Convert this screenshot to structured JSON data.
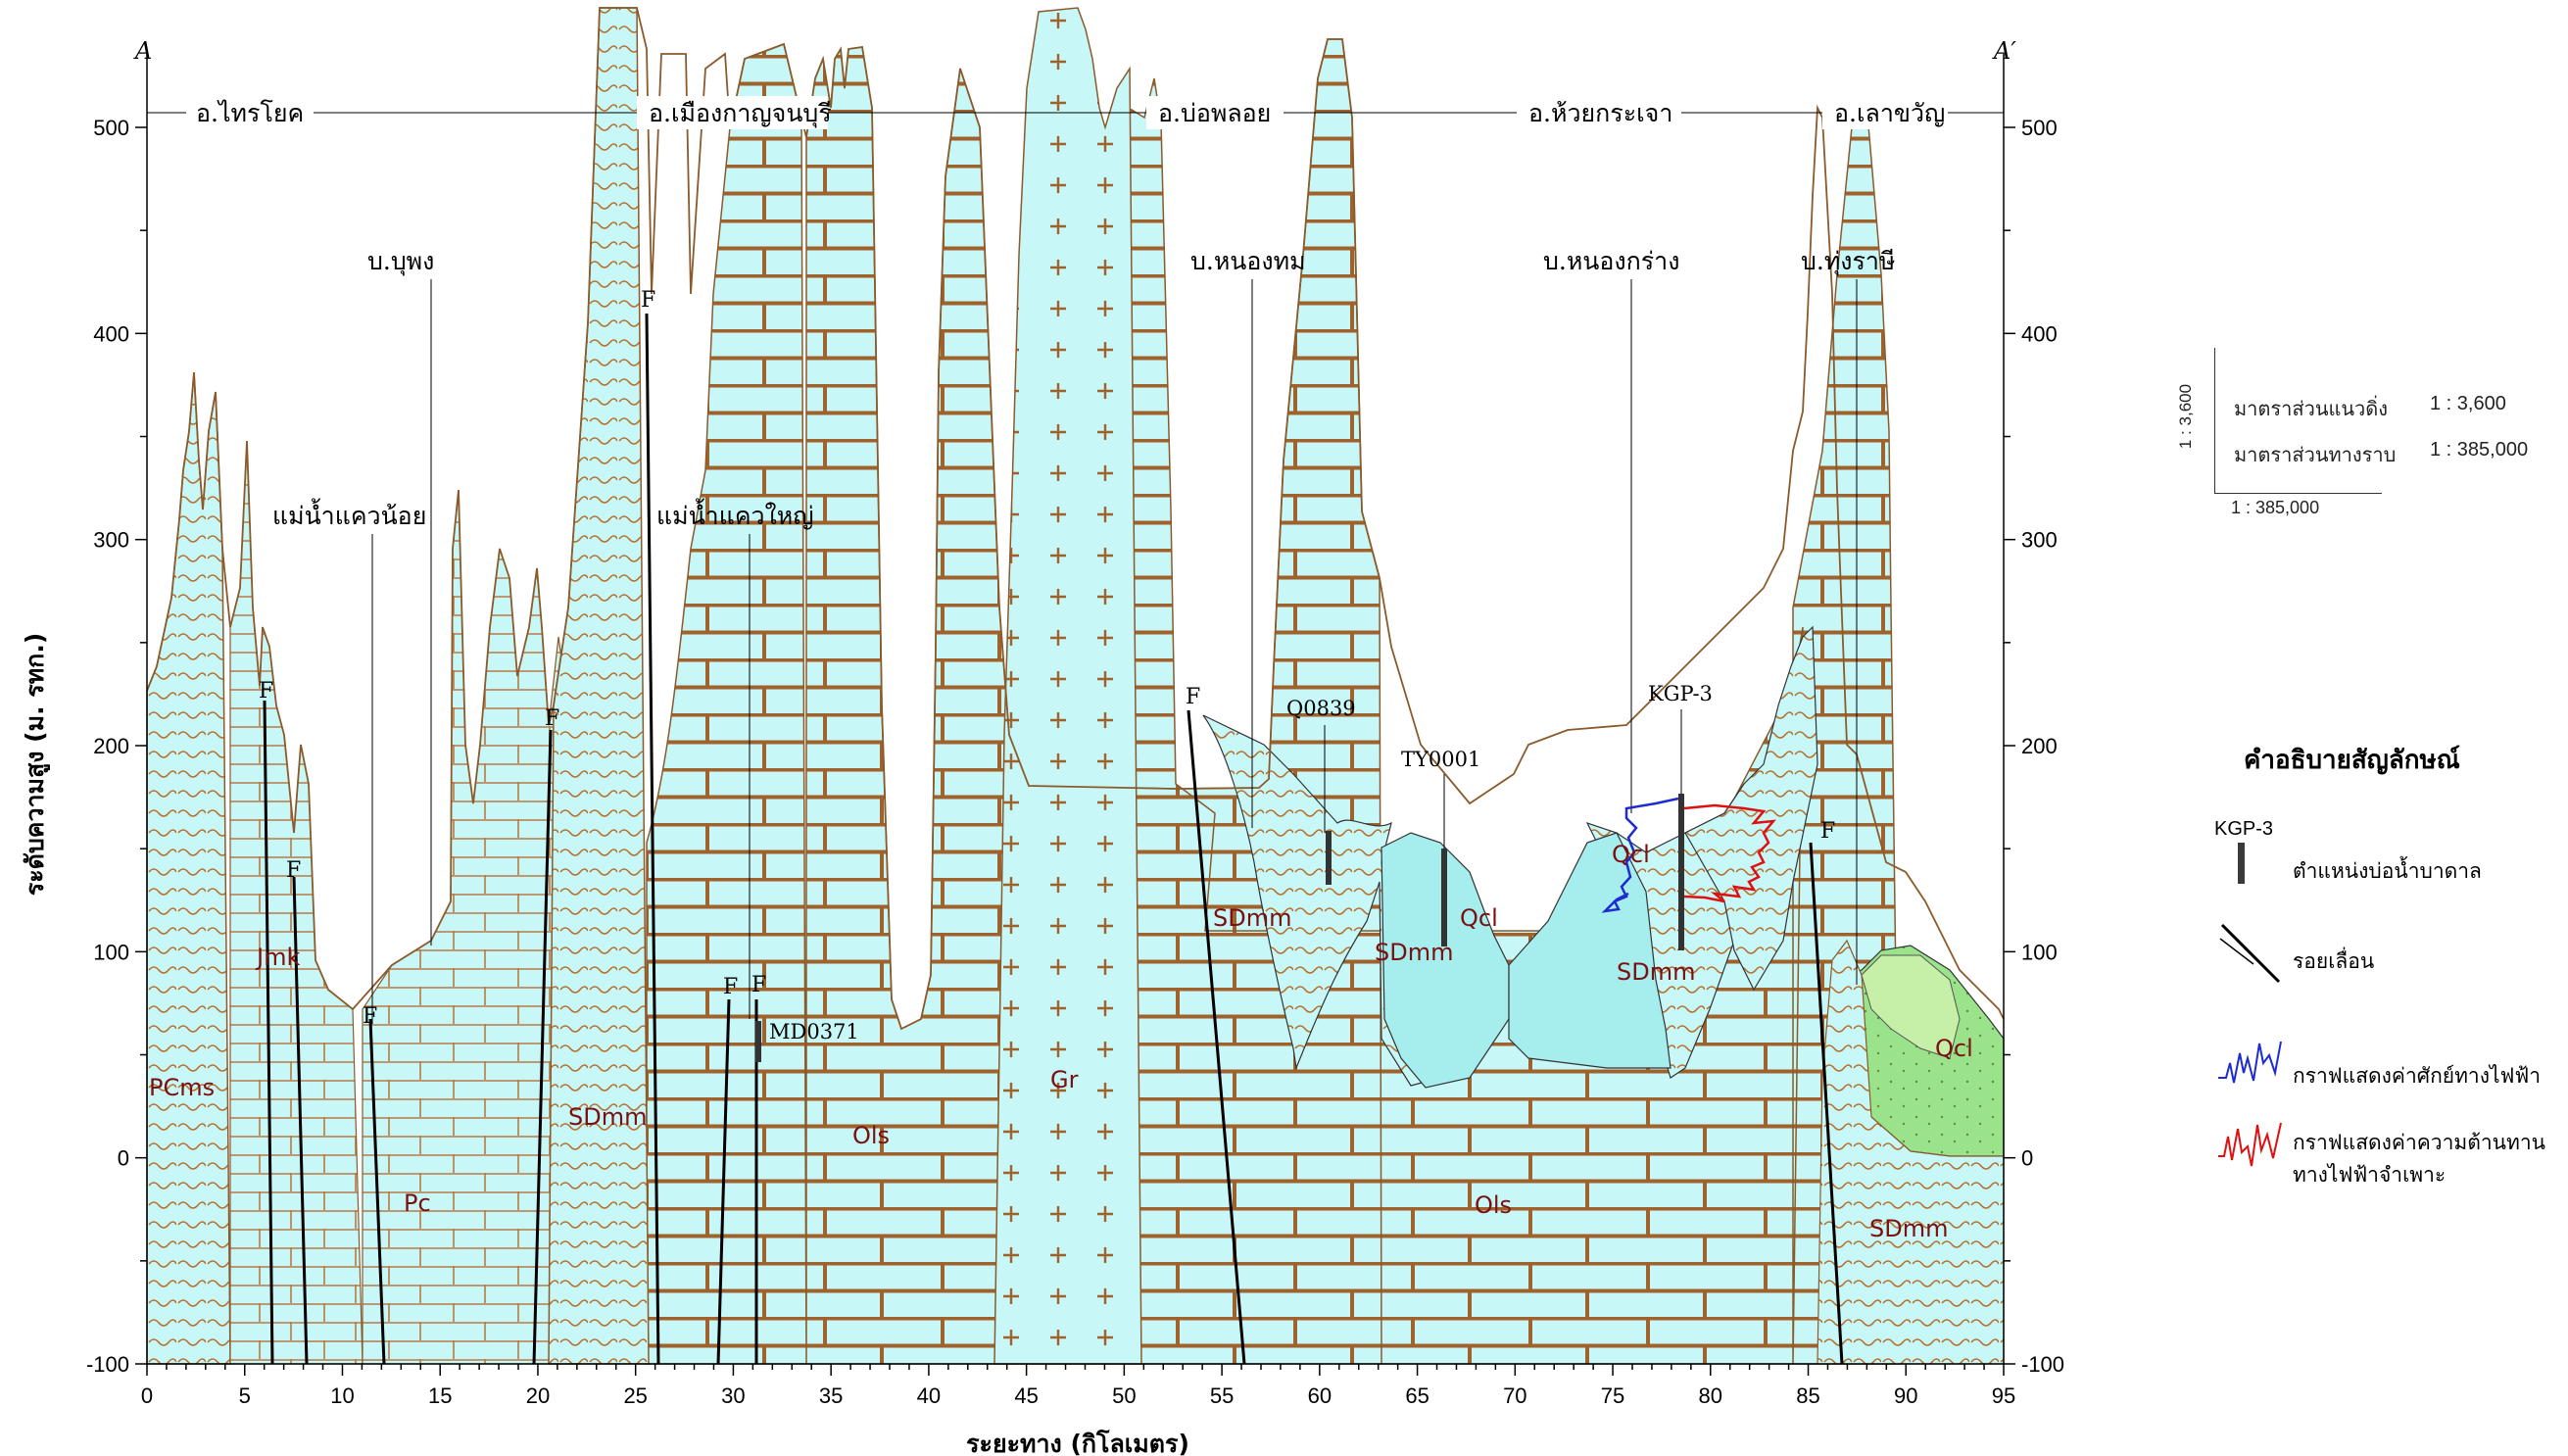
{
  "section": {
    "start_label": "A",
    "end_label": "A′",
    "x_axis_label": "ระยะทาง (กิโลเมตร)",
    "y_axis_label": "ระดับความสูง (ม. รทก.)",
    "x_ticks": [
      "0",
      "5",
      "10",
      "15",
      "20",
      "25",
      "30",
      "35",
      "40",
      "45",
      "50",
      "55",
      "60",
      "65",
      "70",
      "75",
      "80",
      "85",
      "90",
      "95"
    ],
    "y_ticks_left": [
      "-100",
      "0",
      "100",
      "200",
      "300",
      "400",
      "500"
    ],
    "y_ticks_right": [
      "-100",
      "0",
      "100",
      "200",
      "300",
      "400",
      "500"
    ]
  },
  "districts": [
    "อ.ไทรโยค",
    "อ.เมืองกาญจนบุรี",
    "อ.บ่อพลอย",
    "อ.ห้วยกระเจา",
    "อ.เลาขวัญ"
  ],
  "villages": [
    "บ.บุพง",
    "บ.หนองทม",
    "บ.หนองกร่าง",
    "บ.ทุ่งราษี"
  ],
  "rivers": [
    "แม่น้ำแควน้อย",
    "แม่น้ำแควใหญ่"
  ],
  "wells": [
    "Q0839",
    "TY0001",
    "KGP-3",
    "MD0371"
  ],
  "fault_symbol": "F",
  "units": [
    "PCms",
    "Jmk",
    "Pc",
    "SDmm",
    "Ols",
    "Gr",
    "Qcl"
  ],
  "scale_box": {
    "vertical_side": "1 : 3,600",
    "horizontal_side": "1 : 385,000",
    "vertical_label": "มาตราส่วนแนวดิ่ง",
    "vertical_value": "1 : 3,600",
    "horizontal_label": "มาตราส่วนทางราบ",
    "horizontal_value": "1 : 385,000"
  },
  "legend": {
    "title": "คำอธิบายสัญลักษณ์",
    "well_code": "KGP-3",
    "well_text": "ตำแหน่งบ่อน้ำบาดาล",
    "fault_text": "รอยเลื่อน",
    "sp_text": "กราฟแสดงค่าศักย์ทางไฟฟ้า",
    "res_text_1": "กราฟแสดงค่าความต้านทาน",
    "res_text_2": "ทางไฟฟ้าจำเพาะ"
  },
  "colors": {
    "fill": "#c8f7f7",
    "brick": "#a0622c",
    "qcl_teal": "#a6eded",
    "qcl_green": "#9be38a",
    "sp_curve": "#1d2cd0",
    "res_curve": "#e01010"
  }
}
